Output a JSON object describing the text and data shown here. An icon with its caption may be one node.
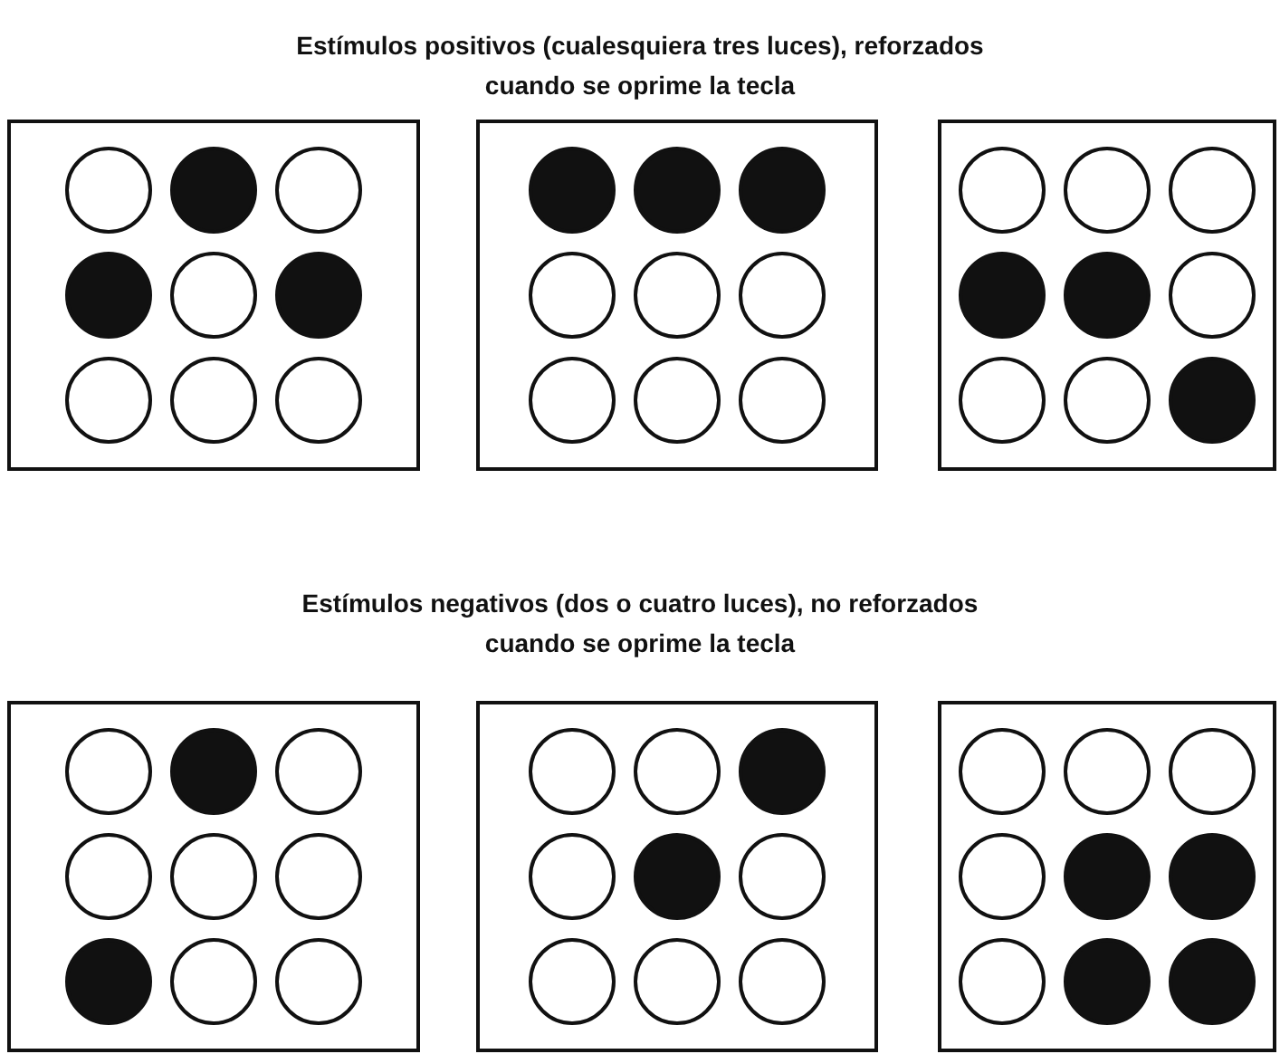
{
  "diagram": {
    "nodes": [
      {
        "text": [],
        "shape": "box"
      },
      {
        "text": [],
        "shape": "box"
      },
      {
        "text": [],
        "shape": "box"
      },
      {
        "text": [],
        "shape": "box"
      },
      {
        "text": [],
        "shape": "box"
      },
      {
        "text": [],
        "shape": "box"
      }
    ],
    "labels": [
      "Estímulos positivos (cualesquiera tres luces), reforzados cuando se oprime la tecla",
      "Estímulos negativos (dos o cuatro luces), no reforzados cuando se oprime la tecla"
    ]
  }
}
